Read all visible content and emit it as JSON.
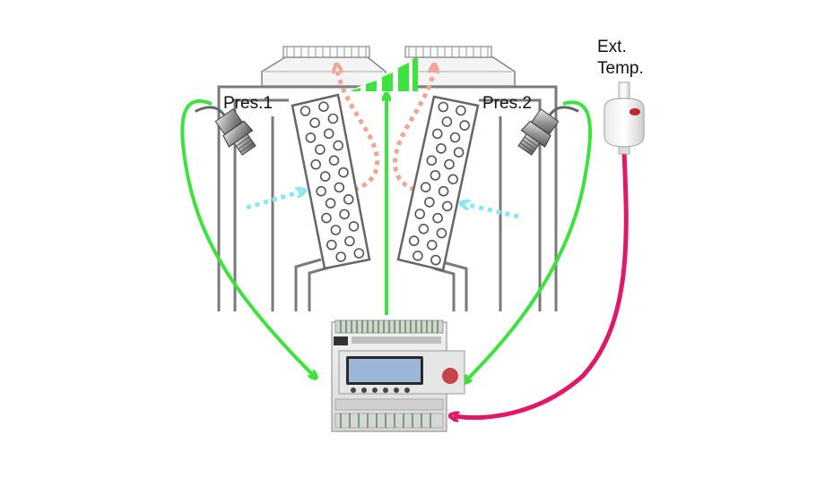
{
  "labels": {
    "pres1": "Pres.1",
    "pres2": "Pres.2",
    "ext_temp_line1": "Ext.",
    "ext_temp_line2": "Temp."
  },
  "colors": {
    "pressure_signal": "#3ee23e",
    "temperature_signal": "#e0186a",
    "hot_air": "#f2a592",
    "cool_air": "#8ae8f0",
    "frame": "#7a7a7a",
    "fan_speed_ramp": "#3ee23e"
  },
  "icons": {
    "pressure_sensor": "pressure-transducer-icon",
    "temperature_sensor": "temperature-probe-icon",
    "controller": "controller-icon",
    "fan": "fan-icon"
  }
}
